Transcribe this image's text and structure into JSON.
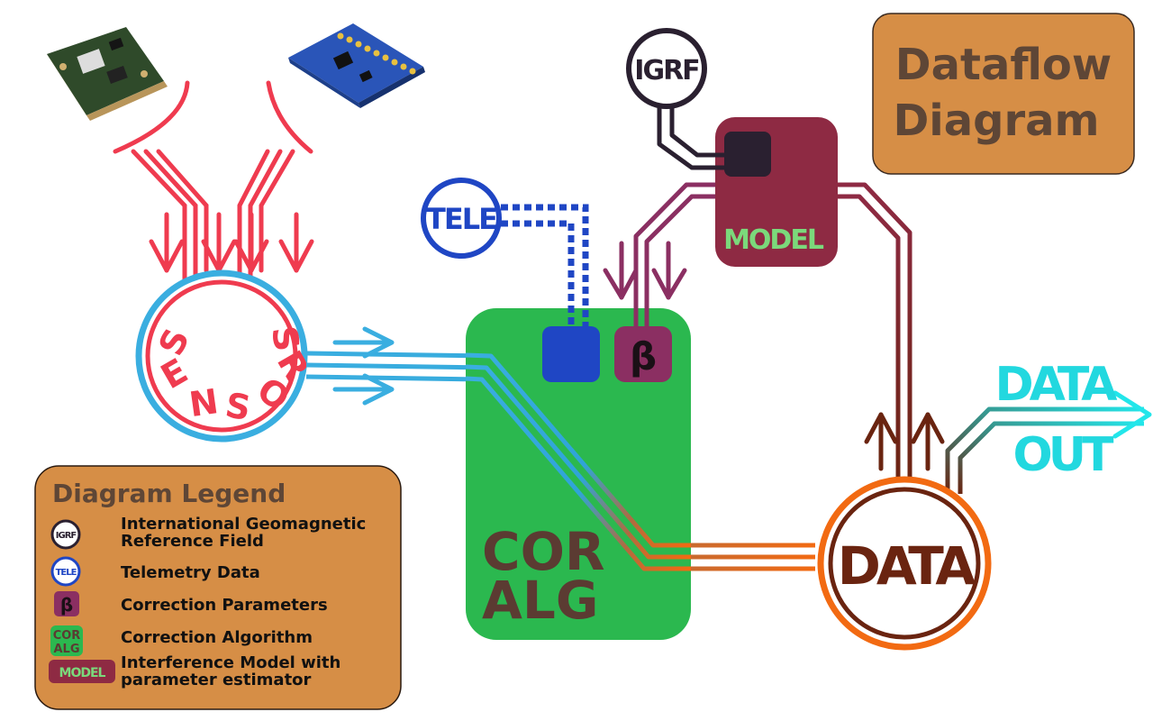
{
  "title": {
    "line1": "Dataflow",
    "line2": "Diagram"
  },
  "nodes": {
    "sensors": {
      "letters": [
        "S",
        "E",
        "N",
        "S",
        "O",
        "R",
        "S"
      ]
    },
    "igrf": {
      "label": "IGRF"
    },
    "tele": {
      "label": "TELE"
    },
    "model": {
      "label": "MODEL"
    },
    "cor_alg": {
      "line1": "COR",
      "line2": "ALG"
    },
    "beta": {
      "label": "β"
    },
    "data": {
      "label": "DATA"
    },
    "data_out": {
      "line1": "DATA",
      "line2": "OUT"
    }
  },
  "legend": {
    "title": "Diagram Legend",
    "items": [
      {
        "symbol": "IGRF",
        "desc_line1": "International Geomagnetic",
        "desc_line2": "Reference Field"
      },
      {
        "symbol": "TELE",
        "desc_line1": "Telemetry Data",
        "desc_line2": ""
      },
      {
        "symbol": "β",
        "desc_line1": "Correction Parameters",
        "desc_line2": ""
      },
      {
        "symbol": "COR",
        "symbol2": "ALG",
        "desc_line1": "Correction Algorithm",
        "desc_line2": ""
      },
      {
        "symbol": "MODEL",
        "desc_line1": "Interference Model with",
        "desc_line2": "parameter estimator"
      }
    ]
  },
  "colors": {
    "sensors_red": "#ef3b4f",
    "sensors_blue": "#3aaee0",
    "tele_blue": "#1f46c4",
    "igrf_dark": "#2a2030",
    "model_maroon": "#8e2a43",
    "model_text": "#7bd97b",
    "beta_purple": "#8b2f62",
    "coralg_green": "#2bb84f",
    "coralg_text": "#5b3b32",
    "data_orange": "#f26a12",
    "data_dark": "#6a2410",
    "out_cyan": "#22d8df",
    "panel_orange": "#d68e46",
    "panel_text": "#5e4636"
  },
  "icons": [
    "sensor-board-1-image",
    "sensor-board-2-image",
    "arrow-down-icon",
    "arrow-right-icon",
    "arrow-up-icon"
  ]
}
